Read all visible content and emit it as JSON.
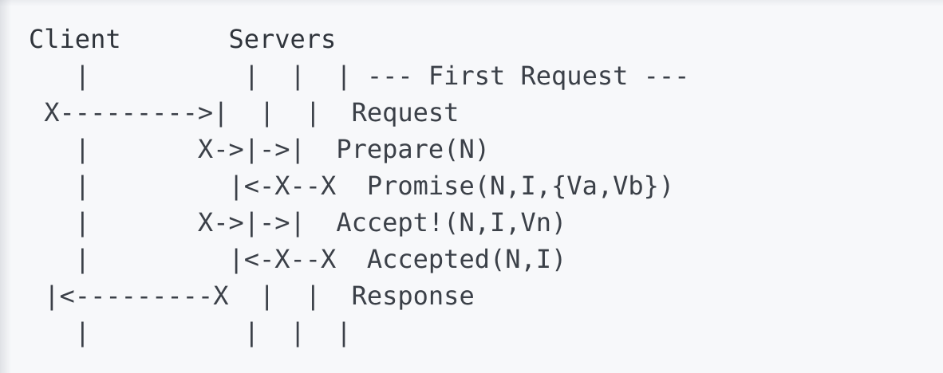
{
  "diagram": {
    "kind": "ascii-sequence-diagram",
    "title_row": {
      "client_label": "Client",
      "servers_label": "Servers"
    },
    "colors": {
      "background": "#f7f8fa",
      "text": "#3b4048"
    },
    "columns": {
      "client_lifeline": 2,
      "server_lifelines": [
        14,
        17,
        20
      ],
      "message_label": 23
    },
    "header_line": "Client      Servers",
    "lines": [
      "Client      Servers",
      "   |          |  |  | --- First Request ---",
      " X--------->|  |  |  Request",
      "   |       X->|->|  Prepare(N)",
      "   |         |<-X--X  Promise(N,I,{Va,Vb})",
      "   |       X->|->|  Accept!(N,I,Vn)",
      "   |         |<-X--X  Accepted(N,I)",
      " |<---------X  |  |  Response",
      "   |          |  |  |"
    ],
    "rows": [
      {
        "id": "row-header",
        "arrows": "Client      Servers",
        "label": ""
      },
      {
        "id": "row-first-request-separator",
        "arrows": "   |          |  |  |",
        "label": "--- First Request ---"
      },
      {
        "id": "row-request",
        "arrows": " X--------->|  |  |",
        "label": "Request"
      },
      {
        "id": "row-prepare",
        "arrows": "   |       X->|->|",
        "label": "Prepare(N)"
      },
      {
        "id": "row-promise",
        "arrows": "   |         |<-X--X",
        "label": "Promise(N,I,{Va,Vb})"
      },
      {
        "id": "row-accept",
        "arrows": "   |       X->|->|",
        "label": "Accept!(N,I,Vn)"
      },
      {
        "id": "row-accepted",
        "arrows": "   |         |<-X--X",
        "label": "Accepted(N,I)"
      },
      {
        "id": "row-response",
        "arrows": " |<---------X  |  |",
        "label": "Response"
      },
      {
        "id": "row-footer-lifelines",
        "arrows": "   |          |  |  |",
        "label": ""
      }
    ],
    "rendered": {
      "line_0": "Client       Servers",
      "line_1": "   |          |  |  | --- First Request ---",
      "line_2": " X--------->|  |  |  Request",
      "line_3": "   |       X->|->|  Prepare(N)",
      "line_4": "   |         |<-X--X  Promise(N,I,{Va,Vb})",
      "line_5": "   |       X->|->|  Accept!(N,I,Vn)",
      "line_6": "   |         |<-X--X  Accepted(N,I)",
      "line_7": " |<---------X  |  |  Response",
      "line_8": "   |          |  |  |"
    },
    "messages": [
      "--- First Request ---",
      "Request",
      "Prepare(N)",
      "Promise(N,I,{Va,Vb})",
      "Accept!(N,I,Vn)",
      "Accepted(N,I)",
      "Response"
    ]
  }
}
